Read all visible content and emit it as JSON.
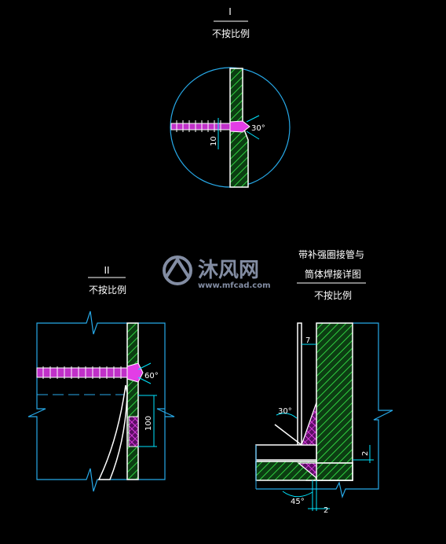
{
  "detail_1": {
    "mark": "I",
    "scale_note": "不按比例",
    "angle": "30°",
    "dim": "10"
  },
  "detail_2": {
    "mark": "II",
    "scale_note": "不按比例",
    "angle": "60°",
    "dim": "100"
  },
  "detail_3": {
    "title_line1": "带补强圈接管与",
    "title_line2": "筒体焊接详图",
    "scale_note": "不按比例",
    "dim_top": "7",
    "angle_top": "30°",
    "dim_right": "2",
    "angle_bottom": "45°",
    "dim_bottom": "2"
  },
  "watermark": {
    "name": "沐风网",
    "url": "www.mfcad.com"
  },
  "colors": {
    "background": "#000000",
    "outline": "#ffffff",
    "hatch_green": "#1f9a2c",
    "weld_magenta": "#e23de6",
    "dimension_cyan": "#27a9e8",
    "leader_cyan": "#00e5ff"
  }
}
